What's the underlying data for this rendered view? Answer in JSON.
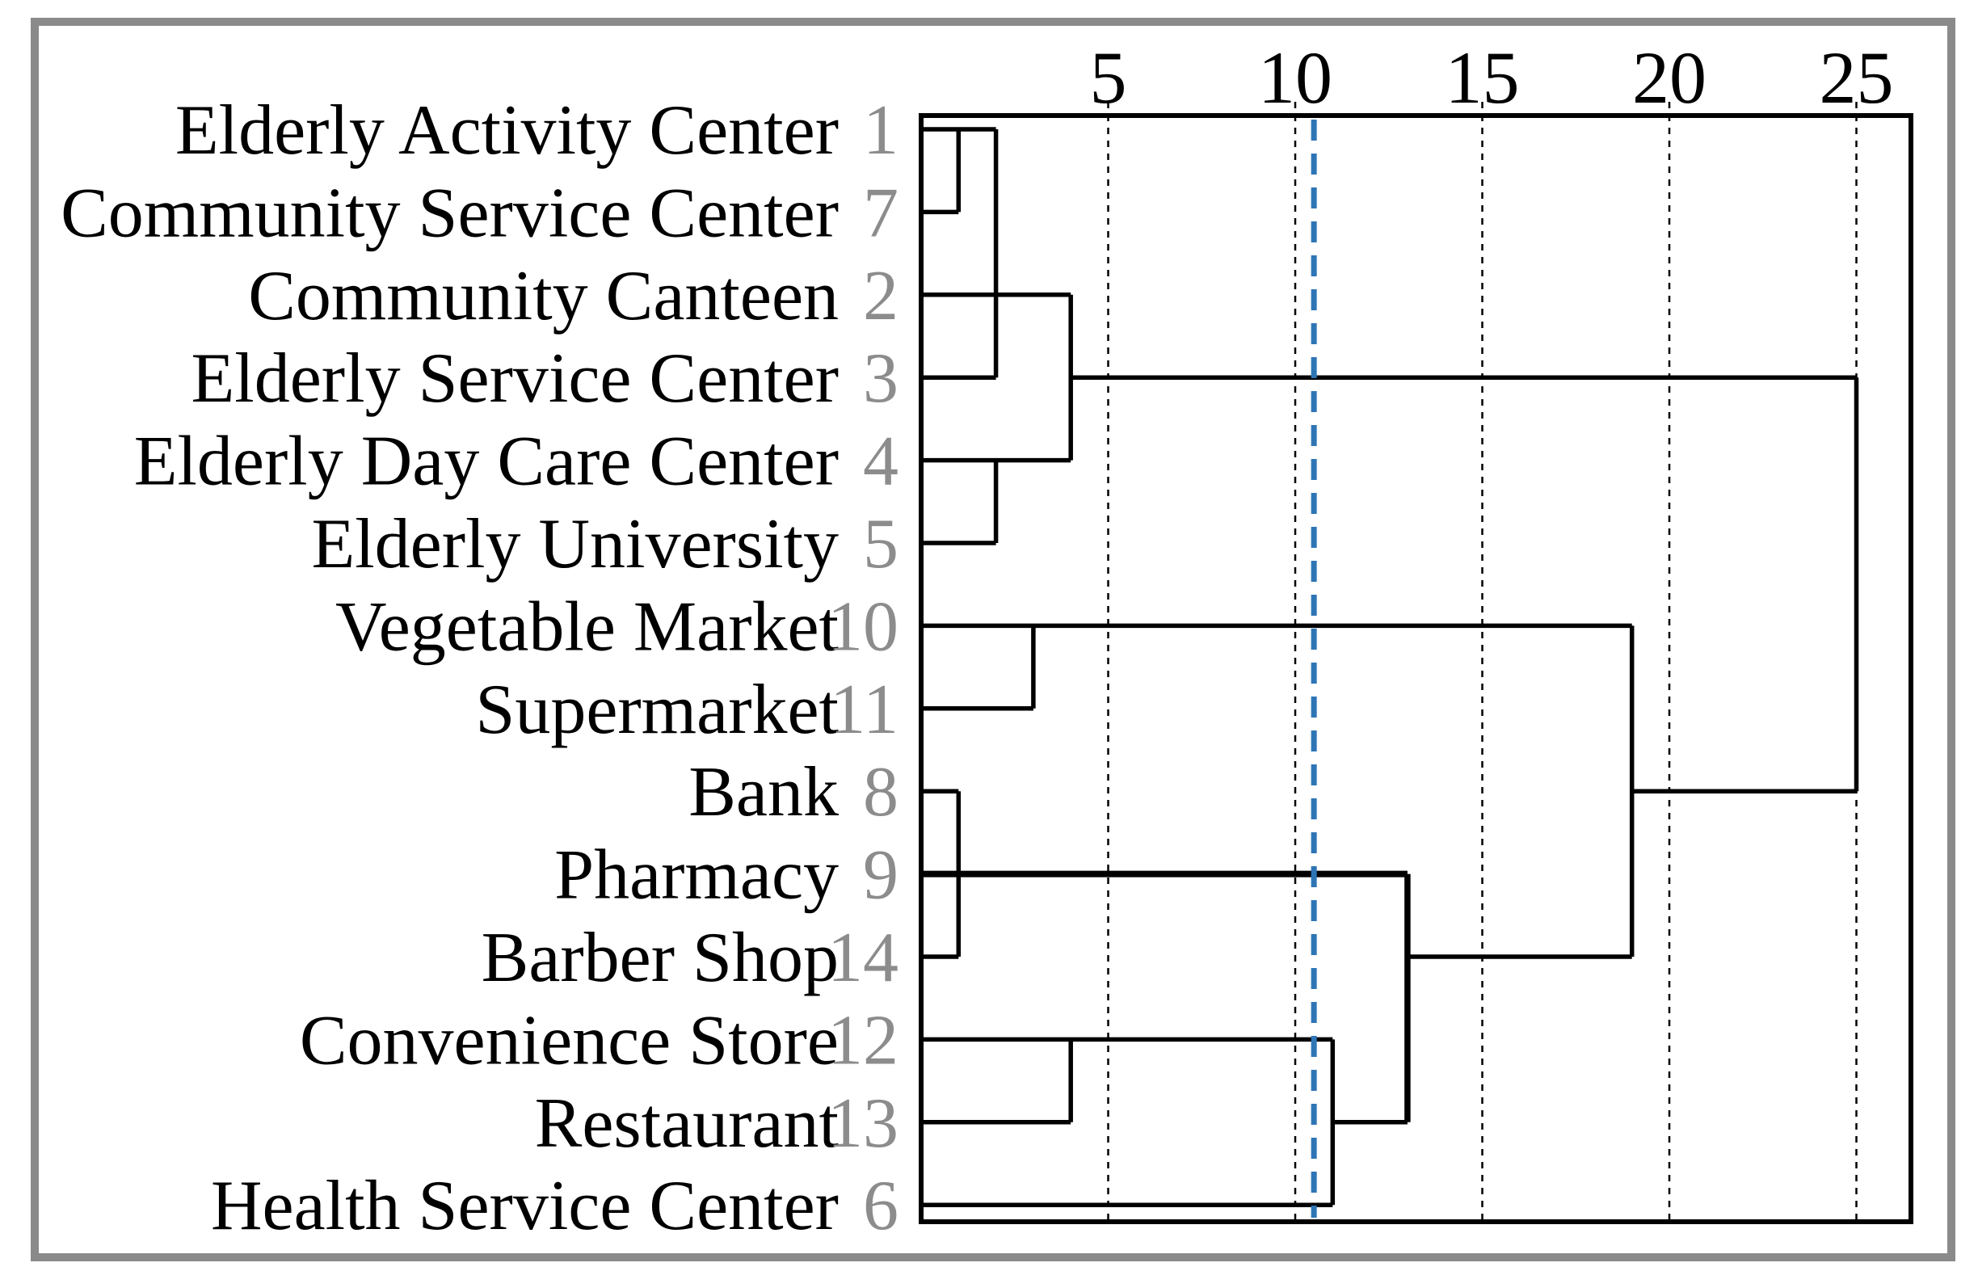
{
  "figure": {
    "description": "Hierarchical cluster dendrogram of community elderly-care facilities",
    "background_color": "#ffffff",
    "frame_color": "#8a8a8a"
  },
  "chart_data": {
    "type": "dendrogram",
    "orientation": "horizontal",
    "title": "",
    "xlabel": "",
    "ylabel": "",
    "axis": {
      "position": "top",
      "ticks": [
        5,
        10,
        15,
        20,
        25
      ],
      "min": 0,
      "max": 26.4,
      "gridlines": "dashed-vertical"
    },
    "cutoff_line": {
      "value": 10.5,
      "color": "#2E75B6",
      "style": "dashed"
    },
    "colors": {
      "link": "#000000",
      "leaf_number": "#8c8c8c",
      "gridline": "#000000",
      "frame": "#8a8a8a",
      "background": "#ffffff"
    },
    "leaves": [
      {
        "row": 1,
        "id": "1",
        "label": "Elderly Activity Center"
      },
      {
        "row": 2,
        "id": "7",
        "label": "Community Service Center"
      },
      {
        "row": 3,
        "id": "2",
        "label": "Community Canteen"
      },
      {
        "row": 4,
        "id": "3",
        "label": "Elderly Service Center"
      },
      {
        "row": 5,
        "id": "4",
        "label": "Elderly Day Care Center"
      },
      {
        "row": 6,
        "id": "5",
        "label": "Elderly University"
      },
      {
        "row": 7,
        "id": "10",
        "label": "Vegetable Market"
      },
      {
        "row": 8,
        "id": "11",
        "label": "Supermarket"
      },
      {
        "row": 9,
        "id": "8",
        "label": "Bank"
      },
      {
        "row": 10,
        "id": "9",
        "label": "Pharmacy"
      },
      {
        "row": 11,
        "id": "14",
        "label": "Barber Shop"
      },
      {
        "row": 12,
        "id": "12",
        "label": "Convenience Store"
      },
      {
        "row": 13,
        "id": "13",
        "label": "Restaurant"
      },
      {
        "row": 14,
        "id": "6",
        "label": "Health Service Center"
      }
    ],
    "merges": [
      {
        "clusters": [
          "1",
          "7"
        ],
        "distance": 1
      },
      {
        "clusters": [
          "8",
          "9",
          "14"
        ],
        "distance": 1
      },
      {
        "clusters": [
          "1+7",
          "3"
        ],
        "distance": 2
      },
      {
        "clusters": [
          "4",
          "5"
        ],
        "distance": 2
      },
      {
        "clusters": [
          "10",
          "11"
        ],
        "distance": 3
      },
      {
        "clusters": [
          "2",
          "4+5"
        ],
        "distance": 4
      },
      {
        "clusters": [
          "12",
          "13"
        ],
        "distance": 4
      },
      {
        "clusters": [
          "12+13",
          "6"
        ],
        "distance": 11
      },
      {
        "clusters": [
          "8+9+14",
          "12+13+6"
        ],
        "distance": 13
      },
      {
        "clusters": [
          "10+11",
          "8+9+14+12+13+6"
        ],
        "distance": 19
      },
      {
        "clusters": [
          "1+7+3+2+4+5",
          "all-others"
        ],
        "distance": 25
      }
    ],
    "segments_h": [
      {
        "r": 1,
        "v1": 0,
        "v2": 2,
        "thick": false
      },
      {
        "r": 2,
        "v1": 0,
        "v2": 1,
        "thick": false
      },
      {
        "r": 3,
        "v1": 0,
        "v2": 4,
        "thick": false
      },
      {
        "r": 4,
        "v1": 0,
        "v2": 2,
        "thick": false
      },
      {
        "r": 4,
        "v1": 4,
        "v2": 25,
        "thick": false
      },
      {
        "r": 5,
        "v1": 0,
        "v2": 4,
        "thick": false
      },
      {
        "r": 6,
        "v1": 0,
        "v2": 2,
        "thick": false
      },
      {
        "r": 7,
        "v1": 0,
        "v2": 19,
        "thick": false
      },
      {
        "r": 8,
        "v1": 0,
        "v2": 3,
        "thick": false
      },
      {
        "r": 9,
        "v1": 0,
        "v2": 1,
        "thick": false
      },
      {
        "r": 9,
        "v1": 19,
        "v2": 25,
        "thick": false
      },
      {
        "r": 10,
        "v1": 0,
        "v2": 13,
        "thick": true
      },
      {
        "r": 11,
        "v1": 0,
        "v2": 1,
        "thick": false
      },
      {
        "r": 11,
        "v1": 13,
        "v2": 19,
        "thick": false
      },
      {
        "r": 12,
        "v1": 0,
        "v2": 11,
        "thick": false
      },
      {
        "r": 13,
        "v1": 0,
        "v2": 4,
        "thick": false
      },
      {
        "r": 13,
        "v1": 11,
        "v2": 13,
        "thick": false
      },
      {
        "r": 14,
        "v1": 0,
        "v2": 11,
        "thick": false
      }
    ],
    "segments_v": [
      {
        "v": 1,
        "r1": 1,
        "r2": 2,
        "thick": false
      },
      {
        "v": 2,
        "r1": 1,
        "r2": 4,
        "thick": false
      },
      {
        "v": 2,
        "r1": 5,
        "r2": 6,
        "thick": false
      },
      {
        "v": 3,
        "r1": 7,
        "r2": 8,
        "thick": false
      },
      {
        "v": 4,
        "r1": 3,
        "r2": 5,
        "thick": false
      },
      {
        "v": 4,
        "r1": 12,
        "r2": 13,
        "thick": false
      },
      {
        "v": 1,
        "r1": 9,
        "r2": 11,
        "thick": false
      },
      {
        "v": 11,
        "r1": 12,
        "r2": 14,
        "thick": false
      },
      {
        "v": 13,
        "r1": 10,
        "r2": 13,
        "thick": true
      },
      {
        "v": 19,
        "r1": 7,
        "r2": 11,
        "thick": false
      },
      {
        "v": 25,
        "r1": 4,
        "r2": 9,
        "thick": false
      }
    ]
  }
}
